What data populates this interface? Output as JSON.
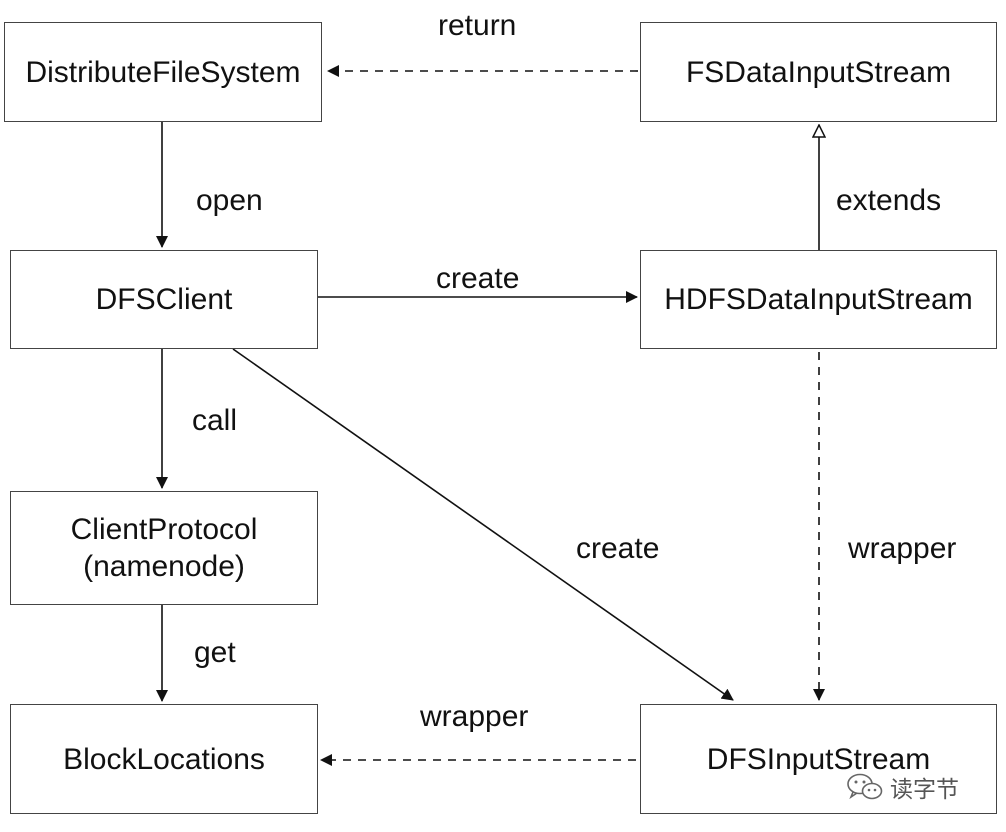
{
  "nodes": {
    "distribute_fs": {
      "label": "DistributeFileSystem"
    },
    "fs_data_input_stream": {
      "label": "FSDataInputStream"
    },
    "dfs_client": {
      "label": "DFSClient"
    },
    "hdfs_data_input_stream": {
      "label": "HDFSDataInputStream"
    },
    "client_protocol": {
      "label_line1": "ClientProtocol",
      "label_line2": "(namenode)"
    },
    "block_locations": {
      "label": "BlockLocations"
    },
    "dfs_input_stream": {
      "label": "DFSInputStream"
    }
  },
  "edges": {
    "return": "return",
    "open": "open",
    "extends": "extends",
    "create_hdfs": "create",
    "call": "call",
    "create_dfs": "create",
    "wrapper_hdfs": "wrapper",
    "get": "get",
    "wrapper_block": "wrapper"
  },
  "watermark": {
    "text": "读字节",
    "icon": "wechat-icon"
  },
  "colors": {
    "line": "#111111",
    "box_border": "#444444"
  }
}
